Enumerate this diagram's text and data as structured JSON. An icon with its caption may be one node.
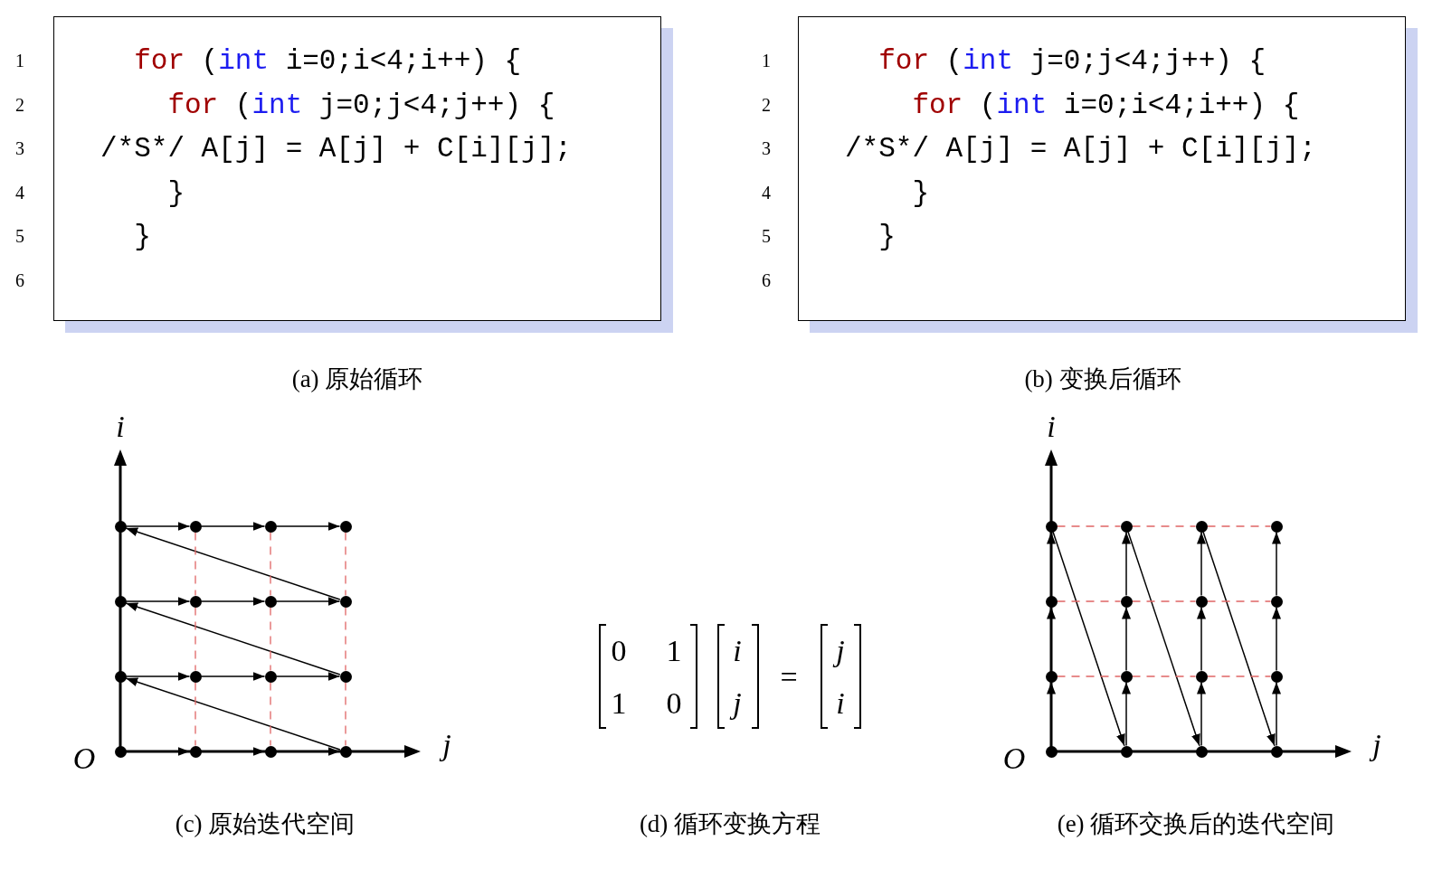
{
  "diagram": {
    "nodes": [
      {
        "text": [
          "for (int i=0;i<4;i++) {",
          "for (int j=0;j<4;j++) {",
          "/*S*/ A[j] = A[j] + C[i][j];",
          "}",
          "}"
        ]
      },
      {
        "text": [
          "for (int j=0;j<4;j++) {",
          "for (int i=0;i<4;i++) {",
          "/*S*/ A[j] = A[j] + C[i][j];",
          "}",
          "}"
        ]
      },
      {
        "text": [],
        "shape": "circle"
      },
      {
        "text": [],
        "shape": "circle"
      },
      {
        "text": [],
        "shape": "circle"
      },
      {
        "text": [],
        "shape": "circle"
      },
      {
        "text": [],
        "shape": "circle"
      },
      {
        "text": [],
        "shape": "circle"
      },
      {
        "text": [],
        "shape": "circle"
      },
      {
        "text": [],
        "shape": "circle"
      },
      {
        "text": [],
        "shape": "circle"
      },
      {
        "text": [],
        "shape": "circle"
      },
      {
        "text": [],
        "shape": "circle"
      },
      {
        "text": [],
        "shape": "circle"
      },
      {
        "text": [],
        "shape": "circle"
      },
      {
        "text": [],
        "shape": "circle"
      },
      {
        "text": [],
        "shape": "circle"
      },
      {
        "text": [],
        "shape": "circle"
      },
      {
        "text": [],
        "shape": "circle"
      },
      {
        "text": [],
        "shape": "circle"
      },
      {
        "text": [],
        "shape": "circle"
      },
      {
        "text": [],
        "shape": "circle"
      },
      {
        "text": [],
        "shape": "circle"
      },
      {
        "text": [],
        "shape": "circle"
      },
      {
        "text": [],
        "shape": "circle"
      },
      {
        "text": [],
        "shape": "circle"
      },
      {
        "text": [],
        "shape": "circle"
      },
      {
        "text": [],
        "shape": "circle"
      },
      {
        "text": [],
        "shape": "circle"
      },
      {
        "text": [],
        "shape": "circle"
      },
      {
        "text": [],
        "shape": "circle"
      },
      {
        "text": [],
        "shape": "circle"
      },
      {
        "text": [],
        "shape": "circle"
      },
      {
        "text": [],
        "shape": "circle"
      }
    ],
    "edges": [
      {
        "from": 2,
        "to": 3,
        "arrow": "to"
      },
      {
        "from": 3,
        "to": 4,
        "arrow": "to"
      },
      {
        "from": 4,
        "to": 5,
        "arrow": "to"
      },
      {
        "from": 6,
        "to": 7,
        "arrow": "to"
      },
      {
        "from": 7,
        "to": 8,
        "arrow": "to"
      },
      {
        "from": 8,
        "to": 9,
        "arrow": "to"
      },
      {
        "from": 10,
        "to": 11,
        "arrow": "to"
      },
      {
        "from": 11,
        "to": 12,
        "arrow": "to"
      },
      {
        "from": 12,
        "to": 13,
        "arrow": "to"
      },
      {
        "from": 14,
        "to": 15,
        "arrow": "to"
      },
      {
        "from": 15,
        "to": 16,
        "arrow": "to"
      },
      {
        "from": 16,
        "to": 17,
        "arrow": "to"
      },
      {
        "from": 17,
        "to": 10,
        "arrow": "to"
      },
      {
        "from": 13,
        "to": 6,
        "arrow": "to"
      },
      {
        "from": 9,
        "to": 2,
        "arrow": "to"
      },
      {
        "from": 3,
        "to": 7,
        "arrow": "none",
        "style": "dashed",
        "color": "#e06666"
      },
      {
        "from": 7,
        "to": 11,
        "arrow": "none",
        "style": "dashed",
        "color": "#e06666"
      },
      {
        "from": 11,
        "to": 15,
        "arrow": "none",
        "style": "dashed",
        "color": "#e06666"
      },
      {
        "from": 4,
        "to": 8,
        "arrow": "none",
        "style": "dashed",
        "color": "#e06666"
      },
      {
        "from": 8,
        "to": 12,
        "arrow": "none",
        "style": "dashed",
        "color": "#e06666"
      },
      {
        "from": 12,
        "to": 16,
        "arrow": "none",
        "style": "dashed",
        "color": "#e06666"
      },
      {
        "from": 5,
        "to": 9,
        "arrow": "none",
        "style": "dashed",
        "color": "#e06666"
      },
      {
        "from": 9,
        "to": 13,
        "arrow": "none",
        "style": "dashed",
        "color": "#e06666"
      },
      {
        "from": 13,
        "to": 17,
        "arrow": "none",
        "style": "dashed",
        "color": "#e06666"
      },
      {
        "from": 30,
        "to": 26,
        "arrow": "to"
      },
      {
        "from": 26,
        "to": 22,
        "arrow": "to"
      },
      {
        "from": 22,
        "to": 18,
        "arrow": "to"
      },
      {
        "from": 31,
        "to": 27,
        "arrow": "to"
      },
      {
        "from": 27,
        "to": 23,
        "arrow": "to"
      },
      {
        "from": 23,
        "to": 19,
        "arrow": "to"
      },
      {
        "from": 32,
        "to": 28,
        "arrow": "to"
      },
      {
        "from": 28,
        "to": 24,
        "arrow": "to"
      },
      {
        "from": 24,
        "to": 20,
        "arrow": "to"
      },
      {
        "from": 33,
        "to": 29,
        "arrow": "to"
      },
      {
        "from": 29,
        "to": 25,
        "arrow": "to"
      },
      {
        "from": 25,
        "to": 21,
        "arrow": "to"
      },
      {
        "from": 18,
        "to": 31,
        "arrow": "to"
      },
      {
        "from": 19,
        "to": 32,
        "arrow": "to"
      },
      {
        "from": 20,
        "to": 33,
        "arrow": "to"
      },
      {
        "from": 18,
        "to": 19,
        "arrow": "none",
        "style": "dashed",
        "color": "#e06666"
      },
      {
        "from": 19,
        "to": 20,
        "arrow": "none",
        "style": "dashed",
        "color": "#e06666"
      },
      {
        "from": 20,
        "to": 21,
        "arrow": "none",
        "style": "dashed",
        "color": "#e06666"
      },
      {
        "from": 22,
        "to": 23,
        "arrow": "none",
        "style": "dashed",
        "color": "#e06666"
      },
      {
        "from": 23,
        "to": 24,
        "arrow": "none",
        "style": "dashed",
        "color": "#e06666"
      },
      {
        "from": 24,
        "to": 25,
        "arrow": "none",
        "style": "dashed",
        "color": "#e06666"
      },
      {
        "from": 26,
        "to": 27,
        "arrow": "none",
        "style": "dashed",
        "color": "#e06666"
      },
      {
        "from": 27,
        "to": 28,
        "arrow": "none",
        "style": "dashed",
        "color": "#e06666"
      },
      {
        "from": 28,
        "to": 29,
        "arrow": "none",
        "style": "dashed",
        "color": "#e06666"
      }
    ],
    "labels": [
      "1",
      "2",
      "3",
      "4",
      "5",
      "6",
      "1",
      "2",
      "3",
      "4",
      "5",
      "6",
      "(a) 原始循环",
      "(b) 变换后循环",
      "i",
      "j",
      "O",
      "0",
      "1",
      "1",
      "0",
      "i",
      "j",
      "=",
      "j",
      "i",
      "i",
      "j",
      "O",
      "(c) 原始迭代空间",
      "(d) 循环变换方程",
      "(e) 循环交换后的迭代空间"
    ]
  }
}
